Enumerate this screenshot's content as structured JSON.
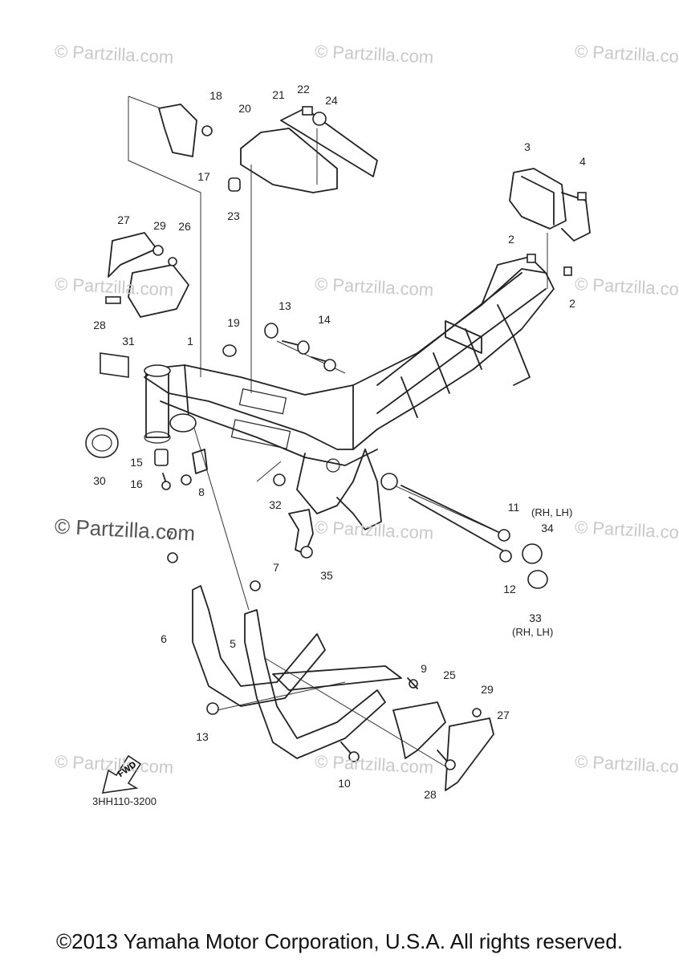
{
  "watermarks": {
    "text": "© Partzilla.com",
    "emphasized": "© Partzilla.com"
  },
  "diagram_code": "3HH110-3200",
  "notes": {
    "rh_lh_11": "(RH, LH)",
    "rh_lh_33": "(RH, LH)"
  },
  "fwd_label": "FWD",
  "callouts": [
    "1",
    "2",
    "2",
    "3",
    "4",
    "5",
    "6",
    "7",
    "7",
    "8",
    "9",
    "10",
    "11",
    "12",
    "13",
    "13",
    "14",
    "15",
    "16",
    "17",
    "18",
    "19",
    "20",
    "21",
    "22",
    "23",
    "24",
    "25",
    "26",
    "27",
    "27",
    "28",
    "28",
    "29",
    "29",
    "30",
    "31",
    "32",
    "33",
    "34",
    "35"
  ],
  "copyright": "©2013 Yamaha Motor Corporation, U.S.A. All rights reserved."
}
